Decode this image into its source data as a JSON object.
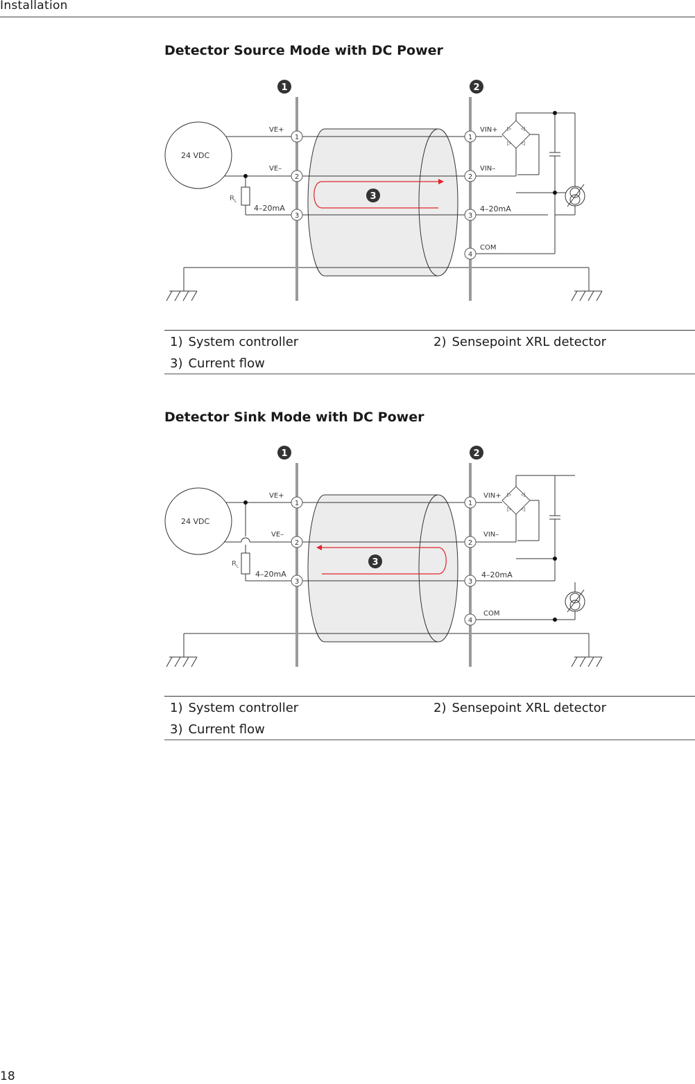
{
  "header": {
    "section": "Installation"
  },
  "footer": {
    "page_number": "18"
  },
  "diagrams": [
    {
      "title": "Detector Source Mode with DC Power",
      "markers": [
        "1",
        "2",
        "3"
      ],
      "supply": "24 VDC",
      "resistor": "R",
      "resistor_sub": "L",
      "left_labels": [
        "VE+",
        "VE–",
        "4–20mA"
      ],
      "right_labels": [
        "VIN+",
        "VIN–",
        "4–20mA",
        "COM"
      ],
      "terminals_left": [
        "1",
        "2",
        "3"
      ],
      "terminals_right": [
        "1",
        "2",
        "3",
        "4"
      ],
      "legend": [
        {
          "num": "1)",
          "text": "System controller"
        },
        {
          "num": "2)",
          "text": "Sensepoint XRL detector"
        },
        {
          "num": "3)",
          "text": "Current flow"
        }
      ]
    },
    {
      "title": "Detector Sink Mode with DC Power",
      "markers": [
        "1",
        "2",
        "3"
      ],
      "supply": "24 VDC",
      "resistor": "R",
      "resistor_sub": "L",
      "left_labels": [
        "VE+",
        "VE–",
        "4–20mA"
      ],
      "right_labels": [
        "VIN+",
        "VIN–",
        "4–20mA",
        "COM"
      ],
      "terminals_left": [
        "1",
        "2",
        "3"
      ],
      "terminals_right": [
        "1",
        "2",
        "3",
        "4"
      ],
      "legend": [
        {
          "num": "1)",
          "text": "System controller"
        },
        {
          "num": "2)",
          "text": "Sensepoint XRL detector"
        },
        {
          "num": "3)",
          "text": "Current flow"
        }
      ]
    }
  ],
  "colors": {
    "flow": "#e2242b",
    "cable_fill": "#ececec",
    "bus": "#9a9a9a",
    "line": "#333333"
  }
}
